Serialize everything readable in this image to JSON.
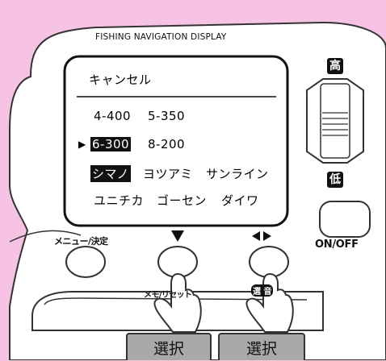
{
  "device": {
    "title": "FISHING NAVIGATION DISPLAY"
  },
  "screen": {
    "cancel": "キャンセル",
    "options": [
      {
        "text": "4-400"
      },
      {
        "text": "5-350"
      },
      {
        "text": "6-300"
      },
      {
        "text": "8-200"
      },
      {
        "text": "シマノ"
      },
      {
        "text": "ヨツアミ"
      },
      {
        "text": "サンライン"
      },
      {
        "text": "ユニチカ"
      },
      {
        "text": "ゴーセン"
      },
      {
        "text": "ダイワ"
      }
    ],
    "cursor": "▶"
  },
  "buttons": {
    "menu_label": "メニュー/決定",
    "down_symbol": "▼",
    "lr_symbol": "◀▶",
    "onoff_label": "ON/OFF",
    "memo_label": "メモ/リセット",
    "high": "高",
    "low": "低",
    "select_key": "選 音"
  },
  "captions": [
    "選択",
    "選択"
  ],
  "colors": {
    "background": "#f7c3e4",
    "panel": "#ffffff",
    "outline": "#333333",
    "caption_bg": "#a9a9a9"
  }
}
